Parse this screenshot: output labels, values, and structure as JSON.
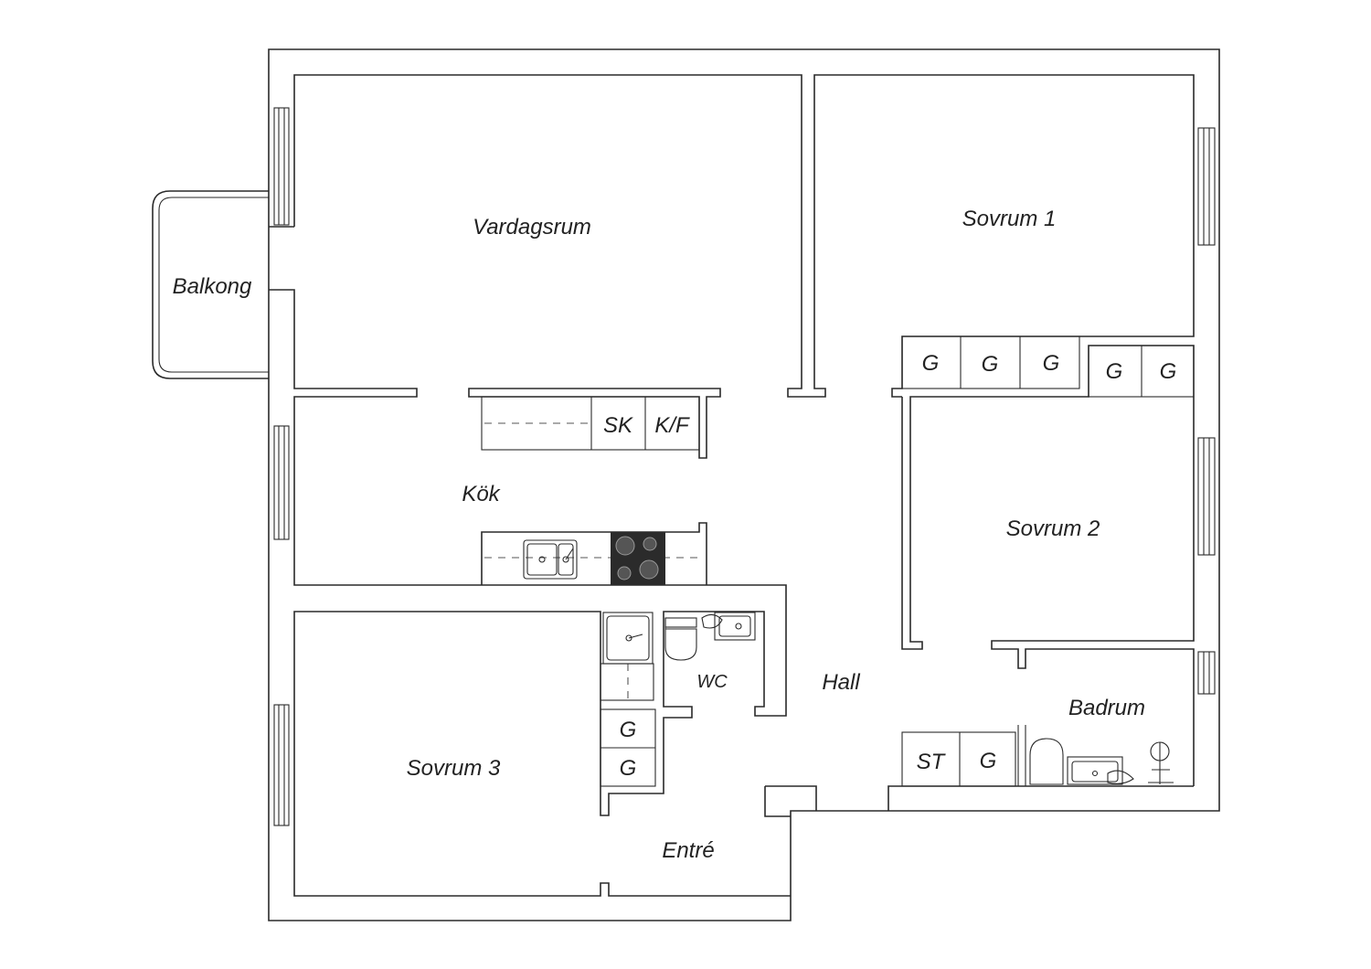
{
  "rooms": {
    "vardagsrum": "Vardagsrum",
    "sovrum1": "Sovrum 1",
    "sovrum2": "Sovrum 2",
    "sovrum3": "Sovrum 3",
    "balkong": "Balkong",
    "kok": "Kök",
    "hall": "Hall",
    "wc": "WC",
    "badrum": "Badrum",
    "entre": "Entré"
  },
  "fixtures": {
    "sk": "SK",
    "kf": "K/F",
    "st": "ST",
    "g": "G"
  }
}
